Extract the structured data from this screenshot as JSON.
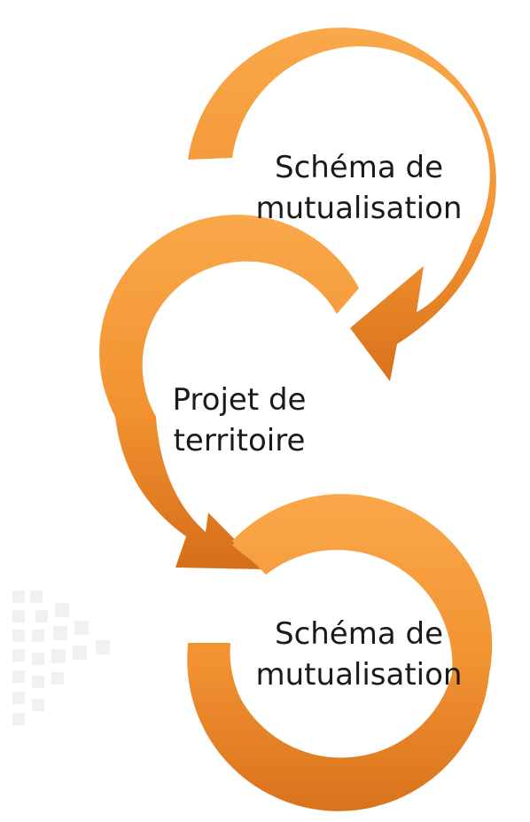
{
  "diagram": {
    "nodes": [
      {
        "line1": "Schéma de",
        "line2": "mutualisation"
      },
      {
        "line1": "Projet de",
        "line2": "territoire"
      },
      {
        "line1": "Schéma de",
        "line2": "mutualisation"
      }
    ]
  },
  "colors": {
    "arrow_light": "#F7A043",
    "arrow_mid": "#EE8A2C",
    "arrow_dark": "#D9721C",
    "text": "#1a1a1a",
    "background": "#ffffff"
  }
}
